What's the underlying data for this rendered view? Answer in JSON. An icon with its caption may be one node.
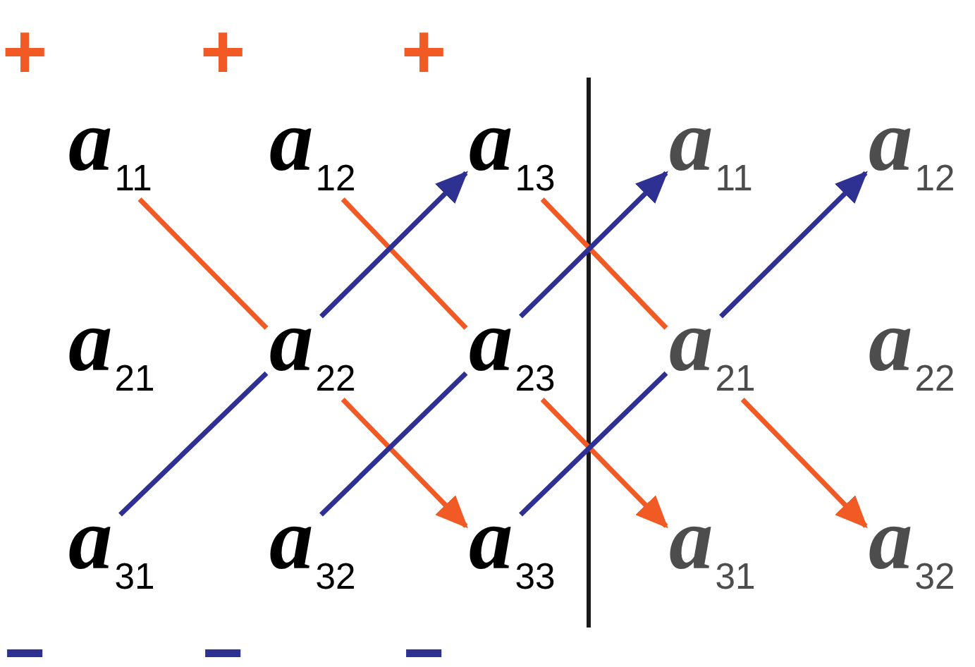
{
  "diagram": {
    "nodes": [
      {
        "text": [
          "*a*$_{11}$"
        ]
      },
      {
        "text": [
          "*a*$_{12}$"
        ]
      },
      {
        "text": [
          "*a*$_{13}$"
        ]
      },
      {
        "text": [
          "*a*$_{11}$"
        ]
      },
      {
        "text": [
          "*a*$_{12}$"
        ]
      },
      {
        "text": [
          "*a*$_{21}$"
        ]
      },
      {
        "text": [
          "*a*$_{22}$"
        ]
      },
      {
        "text": [
          "*a*$_{23}$"
        ]
      },
      {
        "text": [
          "*a*$_{21}$"
        ]
      },
      {
        "text": [
          "*a*$_{22}$"
        ]
      },
      {
        "text": [
          "*a*$_{31}$"
        ]
      },
      {
        "text": [
          "*a*$_{32}$"
        ]
      },
      {
        "text": [
          "*a*$_{33}$"
        ]
      },
      {
        "text": [
          "*a*$_{31}$"
        ]
      },
      {
        "text": [
          "*a*$_{32}$"
        ]
      }
    ],
    "edges": [
      {
        "from": 0,
        "to": 6,
        "arrow": "none",
        "color": "#f15a24"
      },
      {
        "from": 6,
        "to": 12,
        "arrow": "to",
        "color": "#f15a24"
      },
      {
        "from": 1,
        "to": 7,
        "arrow": "none",
        "color": "#f15a24"
      },
      {
        "from": 7,
        "to": 13,
        "arrow": "to",
        "color": "#f15a24"
      },
      {
        "from": 2,
        "to": 8,
        "arrow": "none",
        "color": "#f15a24"
      },
      {
        "from": 8,
        "to": 14,
        "arrow": "to",
        "color": "#f15a24"
      },
      {
        "from": 10,
        "to": 6,
        "arrow": "none",
        "color": "#2e3192"
      },
      {
        "from": 6,
        "to": 2,
        "arrow": "to",
        "color": "#2e3192"
      },
      {
        "from": 11,
        "to": 7,
        "arrow": "none",
        "color": "#2e3192"
      },
      {
        "from": 7,
        "to": 3,
        "arrow": "to",
        "color": "#2e3192"
      },
      {
        "from": 12,
        "to": 8,
        "arrow": "none",
        "color": "#2e3192"
      },
      {
        "from": 8,
        "to": 4,
        "arrow": "to",
        "color": "#2e3192"
      }
    ],
    "labels": [
      "+",
      "+",
      "+",
      "−",
      "−",
      "−"
    ]
  }
}
